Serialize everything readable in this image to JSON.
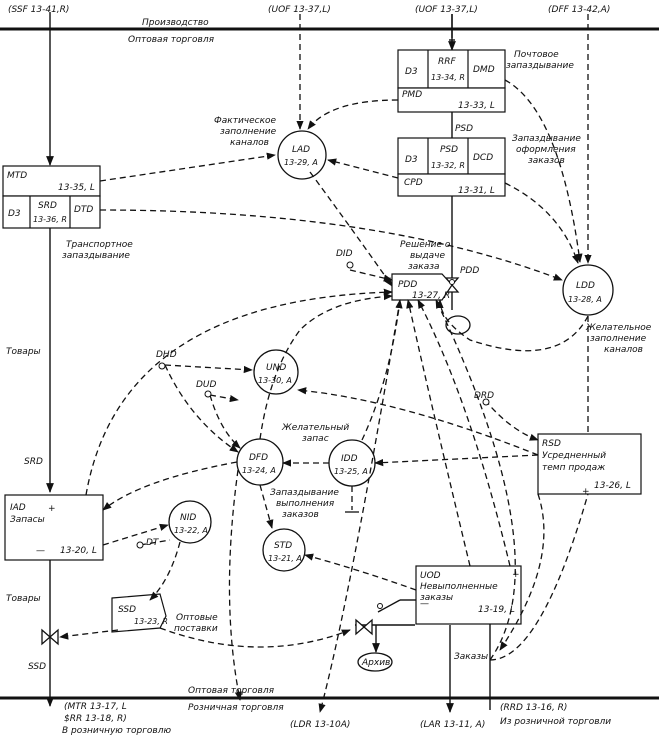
{
  "top_labels": {
    "ssf": "(SSF 13-41,R)",
    "uof1": "(UOF 13-37,L)",
    "uof2": "(UOF 13-37,L)",
    "dff": "(DFF 13-42,A)"
  },
  "bars": {
    "production": "Производство",
    "wholesale_top": "Оптовая торговля",
    "wholesale_bottom": "Оптовая торговля",
    "retail": "Розничная торговля"
  },
  "boxes": {
    "mtd": {
      "name": "MTD",
      "eq": "13-35, L"
    },
    "d3_left": "D3",
    "srd": {
      "name": "SRD",
      "eq": "13-36, R"
    },
    "dtd": "DTD",
    "rrf_group": {
      "d3": "D3",
      "rrf": "RRF",
      "rrf_eq": "13-34, R",
      "dmd": "DMD",
      "pmd": "PMD",
      "eq": "13-33, L"
    },
    "psd_group": {
      "d3": "D3",
      "psd": "PSD",
      "psd_eq": "13-32, R",
      "dcd": "DCD",
      "cpd": "CPD",
      "eq": "13-31, L"
    },
    "iad": {
      "name": "IAD",
      "title": "Запасы",
      "eq": "13-20, L",
      "plus": "+",
      "minus": "—"
    },
    "rsd": {
      "name": "RSD",
      "title1": "Усредненный",
      "title2": "темп продаж",
      "eq": "13-26, L",
      "plus": "+"
    },
    "uod": {
      "name": "UOD",
      "title1": "Невыполненные",
      "title2": "заказы",
      "eq": "13-19, L",
      "plus": "+",
      "minus": "—"
    },
    "pdd": {
      "name": "PDD",
      "eq": "13-27, R"
    },
    "ssd": {
      "name": "SSD",
      "eq": "13-23, R"
    }
  },
  "circles": {
    "lad": {
      "name": "LAD",
      "eq": "13-29, A"
    },
    "ldd": {
      "name": "LDD",
      "eq": "13-28, A"
    },
    "und": {
      "name": "UND",
      "eq": "13-30, A"
    },
    "dfd": {
      "name": "DFD",
      "eq": "13-24, A"
    },
    "idd": {
      "name": "IDD",
      "eq": "13-25, A"
    },
    "nid": {
      "name": "NID",
      "eq": "13-22, A"
    },
    "std": {
      "name": "STD",
      "eq": "13-21, A"
    }
  },
  "small_labels": {
    "psd_link": "PSD",
    "did": "DID",
    "pdd_valve": "PDD",
    "dhd": "DHD",
    "dud": "DUD",
    "drd": "DRD",
    "dt": "DT",
    "archive": "Архив"
  },
  "annotations": {
    "mail1": "Почтовое",
    "mail2": "запаздывание",
    "fact1": "Фактическое",
    "fact2": "заполнение",
    "fact3": "каналов",
    "ordproc1": "Запаздывание",
    "ordproc2": "оформления",
    "ordproc3": "заказов",
    "transp1": "Транспортное",
    "transp2": "запаздывание",
    "decision1": "Решение о",
    "decision2": "выдаче",
    "decision3": "заказа",
    "goods1": "Товары",
    "desired_fill1": "Желательное",
    "desired_fill2": "заполнение",
    "desired_fill3": "каналов",
    "desired_stock1": "Желательный",
    "desired_stock2": "запас",
    "fulfil1": "Запаздывание",
    "fulfil2": "выполнения",
    "fulfil3": "заказов",
    "srd_flow": "SRD",
    "goods2": "Товары",
    "wholesale_del1": "Оптовые",
    "wholesale_del2": "поставки",
    "ssd_flow": "SSD",
    "orders": "Заказы"
  },
  "bottom_labels": {
    "mtr": "(MTR 13-17, L",
    "srr": "$RR 13-18, R)",
    "to_retail": "В розничную торговлю",
    "ldr": "(LDR 13-10A)",
    "lar": "(LAR 13-11, A)",
    "rrd": "(RRD 13-16, R)",
    "from_retail": "Из розничной торговли"
  }
}
